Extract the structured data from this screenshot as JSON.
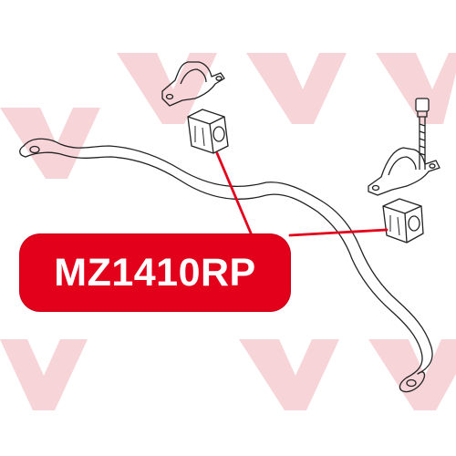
{
  "part_number": "MZ1410RP",
  "colors": {
    "accent": "#e3001b",
    "label_text": "#ffffff",
    "watermark": "#f6d4d8",
    "leader_line": "#e3001b",
    "drawing_line": "#222222"
  },
  "icons": {
    "watermark": "logo-chevrons",
    "drawing": "stabilizer-bar-assembly"
  }
}
